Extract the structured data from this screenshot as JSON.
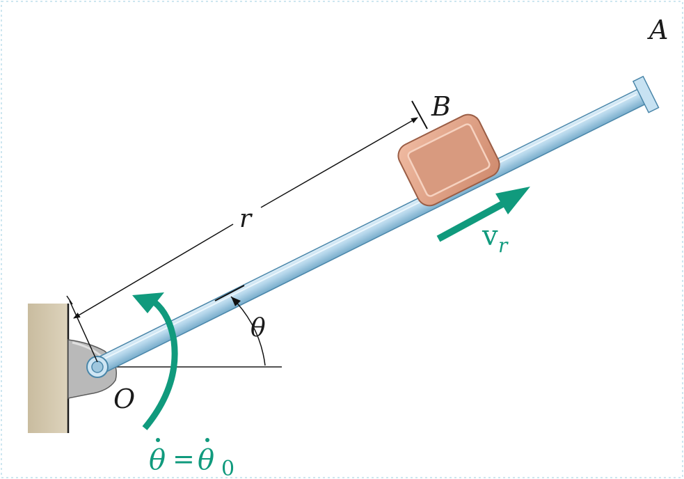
{
  "labels": {
    "point_a": "A",
    "point_b": "B",
    "point_o": "O",
    "dimension_r": "r",
    "angle": "θ",
    "velocity_main": "v",
    "velocity_sub": "r",
    "rate_lhs": "θ",
    "rate_eq": "=",
    "rate_rhs": "θ",
    "rate_sub": "0"
  },
  "colors": {
    "rod_fill": "#b9d9ee",
    "rod_stroke": "#4a86a9",
    "wall": "#d2c7ad",
    "collar_outer": "#e3a489",
    "collar_inner": "#cf8d70",
    "arrow_green": "#109a7d"
  }
}
